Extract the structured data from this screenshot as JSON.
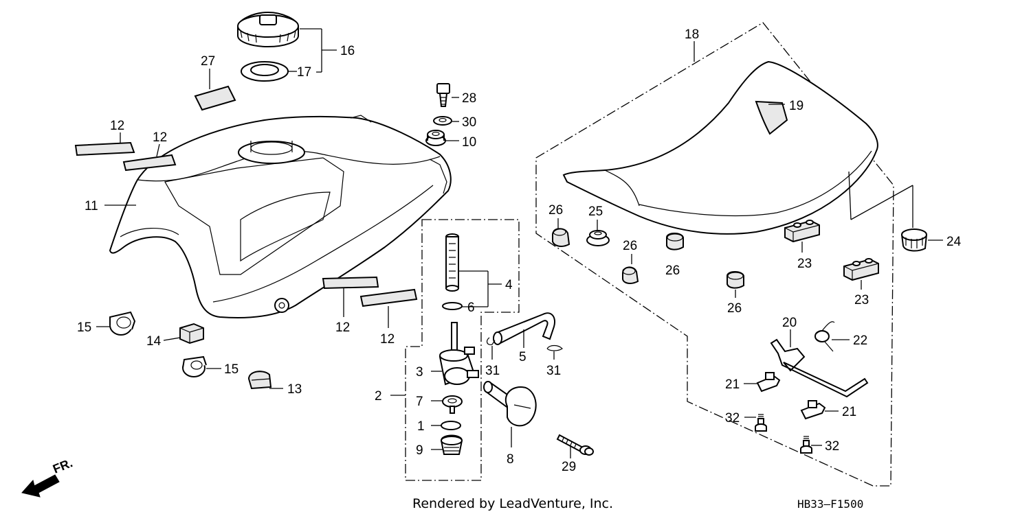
{
  "callouts": {
    "c1": "1",
    "c2": "2",
    "c3": "3",
    "c4": "4",
    "c5": "5",
    "c6": "6",
    "c7": "7",
    "c8": "8",
    "c9": "9",
    "c10": "10",
    "c11": "11",
    "c12": "12",
    "c13": "13",
    "c14": "14",
    "c15": "15",
    "c16": "16",
    "c17": "17",
    "c18": "18",
    "c19": "19",
    "c20": "20",
    "c21": "21",
    "c22": "22",
    "c23": "23",
    "c24": "24",
    "c25": "25",
    "c26": "26",
    "c27": "27",
    "c28": "28",
    "c29": "29",
    "c30": "30",
    "c31": "31",
    "c32": "32"
  },
  "direction_marker": "FR.",
  "footer": {
    "rendered_by": "Rendered by LeadVenture, Inc.",
    "diagram_code": "HB33–F1500"
  }
}
